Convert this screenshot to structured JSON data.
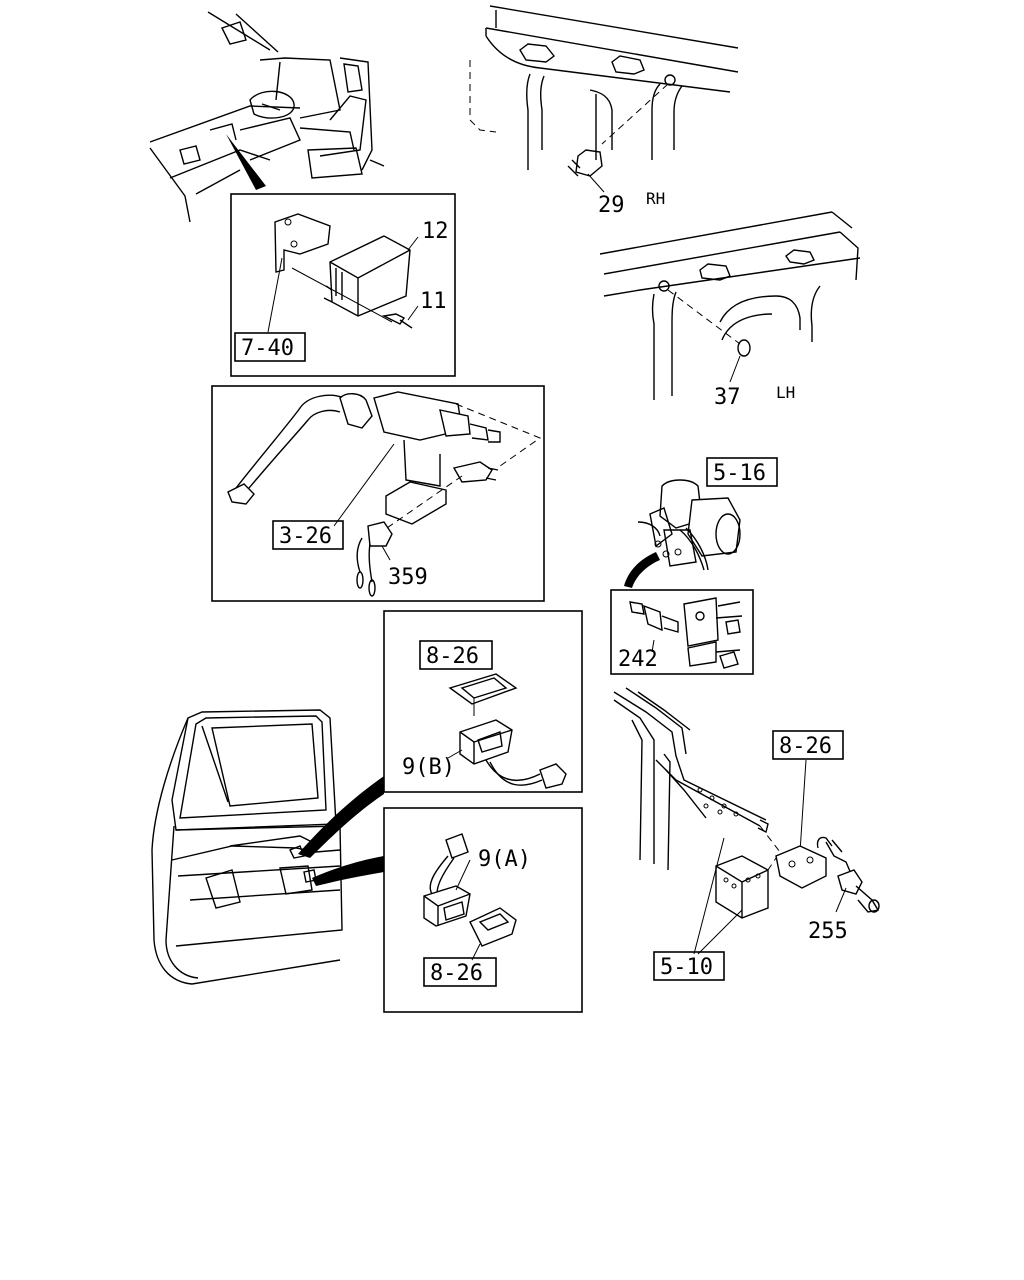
{
  "figure": {
    "callouts": {
      "c_29": "29",
      "c_rh": "RH",
      "c_12": "12",
      "c_11": "11",
      "c_7_40": "7-40",
      "c_37": "37",
      "c_lh": "LH",
      "c_3_26": "3-26",
      "c_359": "359",
      "c_5_16": "5-16",
      "c_242": "242",
      "c_8_26_top": "8-26",
      "c_9b": "9(B)",
      "c_8_26_right": "8-26",
      "c_9a": "9(A)",
      "c_8_26_bottom": "8-26",
      "c_255": "255",
      "c_5_10": "5-10"
    }
  }
}
